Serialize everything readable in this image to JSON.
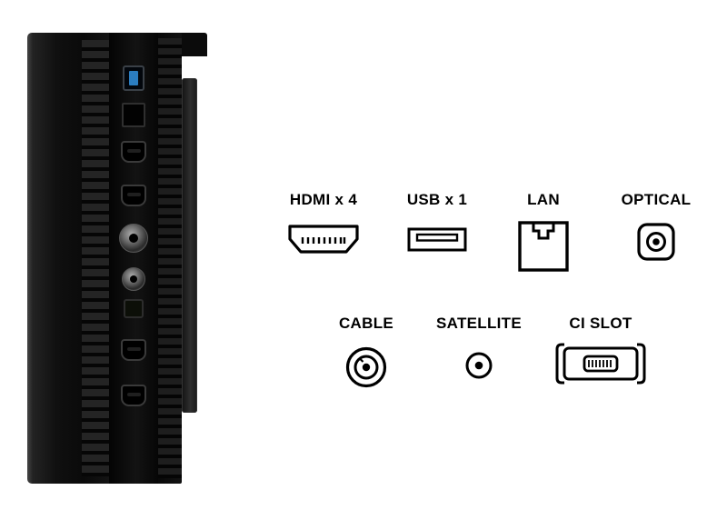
{
  "page": {
    "background": "#ffffff"
  },
  "legend": {
    "row1": [
      {
        "label": "HDMI x 4",
        "icon": "hdmi-port-icon"
      },
      {
        "label": "USB x 1",
        "icon": "usb-port-icon"
      },
      {
        "label": "LAN",
        "icon": "lan-port-icon"
      },
      {
        "label": "OPTICAL",
        "icon": "optical-port-icon"
      }
    ],
    "row2": [
      {
        "label": "CABLE",
        "icon": "cable-port-icon"
      },
      {
        "label": "SATELLITE",
        "icon": "satellite-port-icon"
      },
      {
        "label": "CI SLOT",
        "icon": "ci-slot-icon"
      }
    ]
  },
  "tv_panel": {
    "ports": [
      "usb-port",
      "lan-port",
      "hdmi-port",
      "hdmi-port",
      "cable-coax-port",
      "satellite-coax-port",
      "optical-port",
      "hdmi-port",
      "hdmi-port"
    ],
    "colors": {
      "usb_accent": "#2b7dc0",
      "panel": "#0d0d0d",
      "bracket": "#2f2f2f"
    }
  }
}
